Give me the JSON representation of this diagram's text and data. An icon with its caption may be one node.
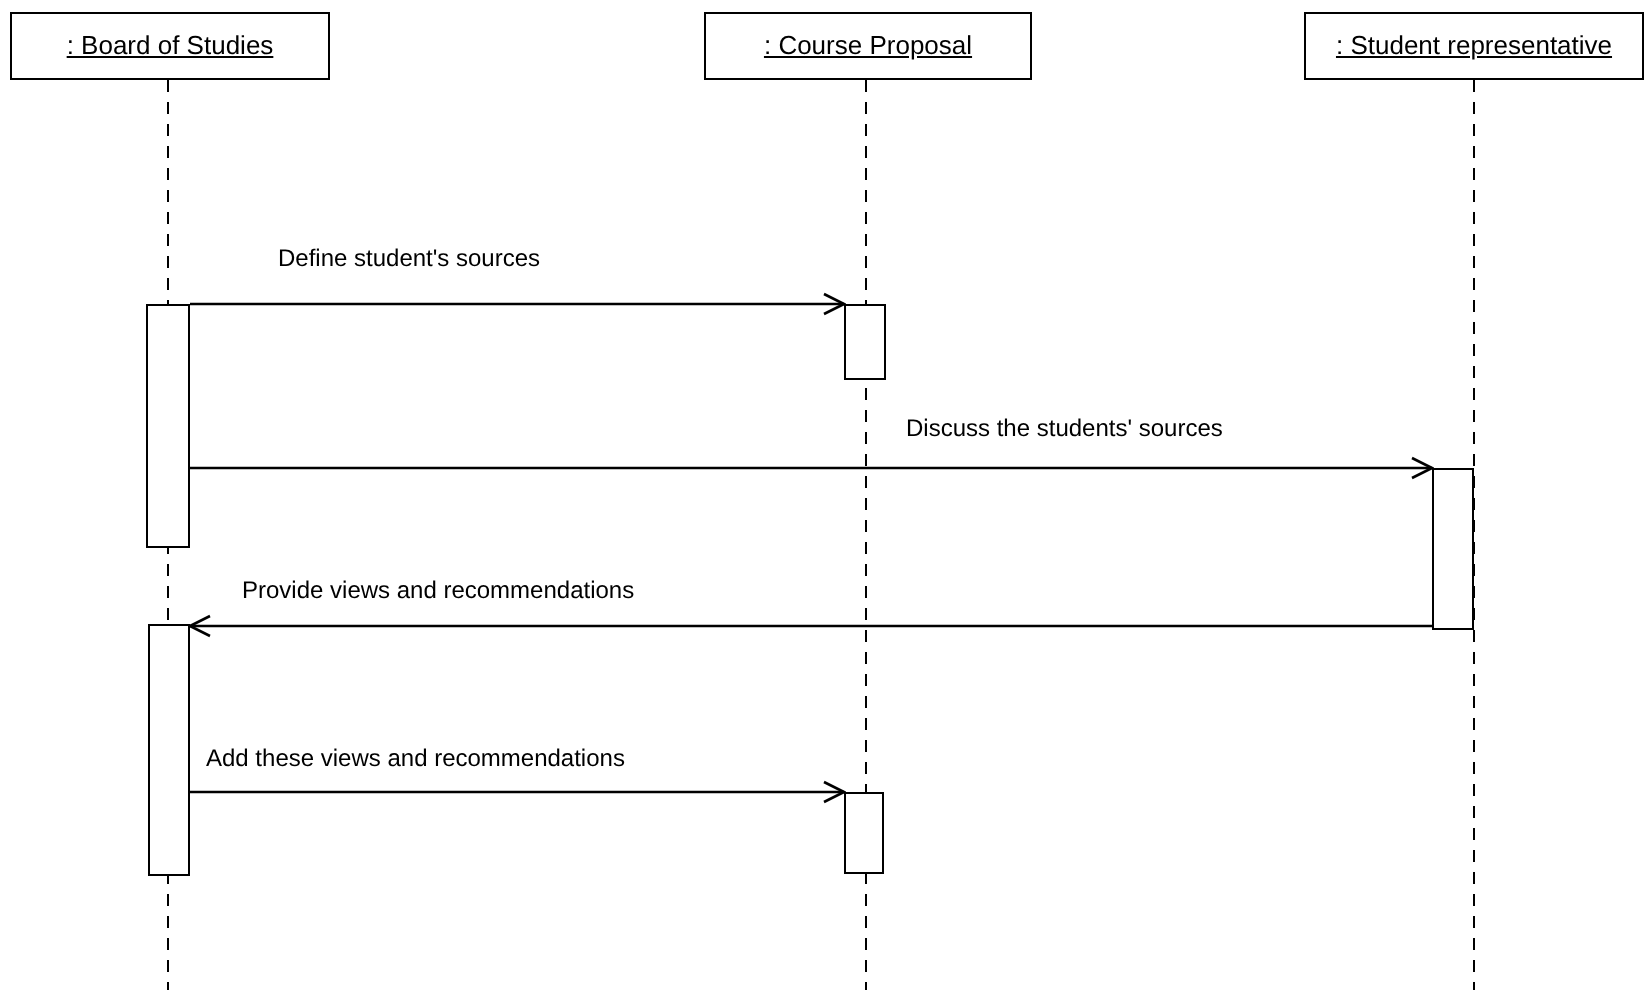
{
  "diagram": {
    "nodes": [
      {
        "text": [
          ": Board of Studies"
        ]
      },
      {
        "text": [
          ": Course Proposal"
        ]
      },
      {
        "text": [
          ": Student representative"
        ]
      },
      {
        "text": [],
        "shape": "bar"
      },
      {
        "text": [],
        "shape": "bar"
      },
      {
        "text": [],
        "shape": "bar"
      },
      {
        "text": [],
        "shape": "bar"
      },
      {
        "text": [],
        "shape": "bar"
      }
    ],
    "edges": [
      {
        "from": 3,
        "to": 4,
        "arrow": "to",
        "label": "Define student's sources"
      },
      {
        "from": 3,
        "to": 5,
        "arrow": "to",
        "label": "Discuss the students' sources"
      },
      {
        "from": 5,
        "to": 6,
        "arrow": "to",
        "label": "Provide views and recommendations"
      },
      {
        "from": 6,
        "to": 7,
        "arrow": "to",
        "label": "Add these views and recommendations"
      }
    ]
  }
}
